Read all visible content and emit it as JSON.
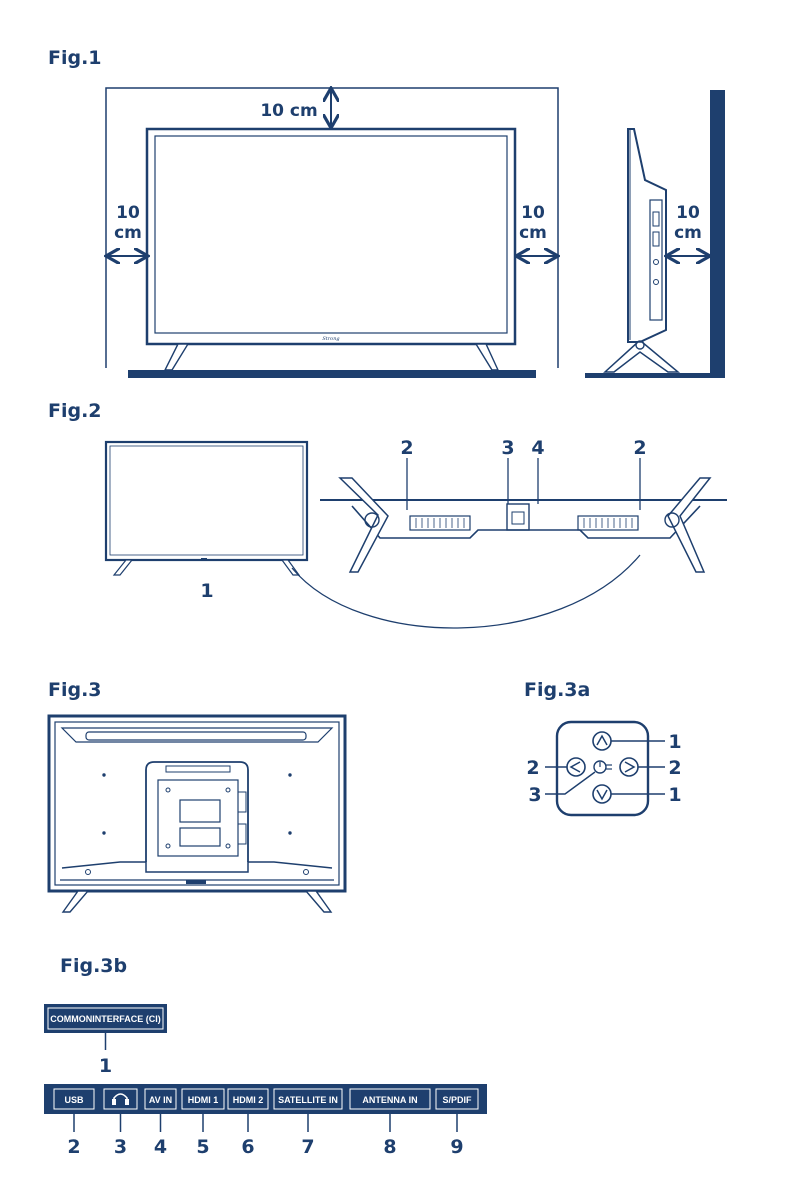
{
  "figures": {
    "fig1": "Fig.1",
    "fig2": "Fig.2",
    "fig3": "Fig.3",
    "fig3a": "Fig.3a",
    "fig3b": "Fig.3b"
  },
  "fig1": {
    "top_dim": "10 cm",
    "dim_num": "10",
    "dim_unit": "cm",
    "brand": "Strong"
  },
  "fig2": {
    "callouts": [
      "1",
      "2",
      "3",
      "4",
      "2"
    ]
  },
  "fig3a": {
    "callouts": [
      "1",
      "2",
      "2",
      "3",
      "1"
    ]
  },
  "fig3b": {
    "ci_label": "COMMONINTERFACE (CI)",
    "ci_number": "1",
    "ports": [
      {
        "label": "USB",
        "number": "2"
      },
      {
        "label": "",
        "number": "3",
        "icon": "headphones-icon"
      },
      {
        "label": "AV IN",
        "number": "4"
      },
      {
        "label": "HDMI 1",
        "number": "5"
      },
      {
        "label": "HDMI 2",
        "number": "6"
      },
      {
        "label": "SATELLITE IN",
        "number": "7"
      },
      {
        "label": "ANTENNA IN",
        "number": "8"
      },
      {
        "label": "S/PDIF",
        "number": "9"
      }
    ]
  },
  "colors": {
    "primary": "#1e3f6e",
    "background": "#ffffff"
  }
}
